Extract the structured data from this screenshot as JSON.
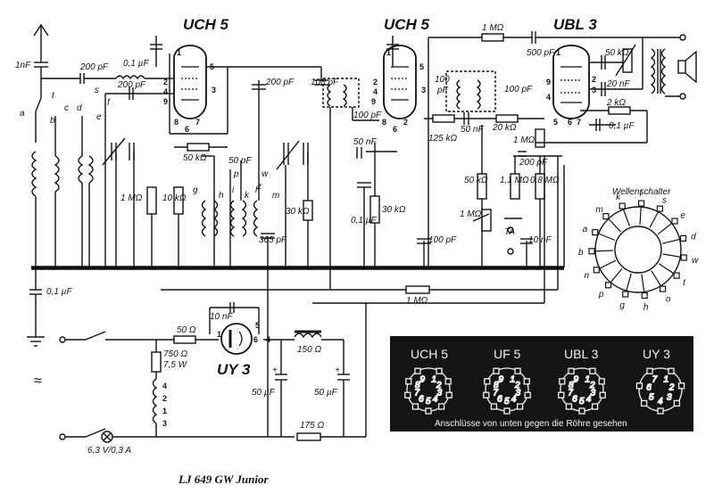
{
  "title": "LJ 649 GW Junior",
  "tubes": {
    "t1": "UCH 5",
    "t2": "UCH 5",
    "t3": "UBL 3",
    "rect": "UY 3"
  },
  "switch": {
    "title": "Wellenschalter",
    "letters": [
      "k",
      "l",
      "s",
      "e",
      "d",
      "w",
      "t",
      "o",
      "h",
      "g",
      "p",
      "n",
      "b",
      "a",
      "m"
    ]
  },
  "inset": {
    "tubes": [
      "UCH 5",
      "UF 5",
      "UBL 3",
      "UY 3"
    ],
    "note": "Anschlüsse von unten gegen die Röhre gesehen"
  },
  "labels": {
    "c_1nf": "1nF",
    "c_200pf_a": "200 pF",
    "c_01uf_a": "0,1 µF",
    "c_200pf_b": "200 pF",
    "c_200pf_c": "200 pF",
    "c_100pf_a": "100 pF",
    "r_1m_top": "1 MΩ",
    "c_500pf": "500 pF",
    "r_50k_vol": "50 kΩ",
    "c_20nf": "20 nF",
    "r_2k": "2 kΩ",
    "c_01uf_b": "0,1 µF",
    "r_50k_osc": "50 kΩ",
    "c_50pf": "50 pF",
    "c_100pf_b": "100 pF",
    "c_100pf_c": "100",
    "c_100pf_c2": "pF",
    "c_100pf_d": "100 pF",
    "r_125k": "125 kΩ",
    "c_50nf_a": "50 nF",
    "r_20k": "20 kΩ",
    "r_1m_mid": "1 MΩ",
    "c_200pf_d": "200 pF",
    "c_50nf_b": "50 nF",
    "r_1m_left": "1 MΩ",
    "r_10k": "10 kΩ",
    "r_30k_a": "30 kΩ",
    "c_01uf_c": "0,1 µF",
    "r_30k_b": "30 kΩ",
    "c_365pf": "365 pF",
    "r_50k_b": "50 kΩ",
    "r_11m": "1,1 MΩ",
    "r_08m": "0,8 MΩ",
    "r_1m_pot": "1 MΩ",
    "ta": "TA",
    "c_10nf_a": "10 nF",
    "c_100pf_e": "100 pF",
    "c_01uf_d": "0,1 µF",
    "r_1m_bot": "1 MΩ",
    "c_10nf_b": "10 nF",
    "r_50": "50 Ω",
    "r_750": "750 Ω",
    "r_750w": "7,5 W",
    "r_150": "150 Ω",
    "c_50uf_a": "50 µF",
    "c_50uf_b": "50 µF",
    "r_175": "175 Ω",
    "lamp": "6,3 V/0,3 A",
    "ac": "≈",
    "plus": "+",
    "tap_a": "a",
    "tap_b": "b",
    "tap_c": "c",
    "tap_d": "d",
    "tap_e": "e",
    "tap_f": "f",
    "tap_s": "s",
    "tap_t": "t",
    "tap_g": "g",
    "tap_h": "h",
    "tap_i": "i",
    "tap_k": "k",
    "tap_l": "l",
    "tap_m": "m",
    "tap_p": "p",
    "tap_w": "w",
    "tap_z": "z",
    "pins_4231": [
      "4",
      "2",
      "3",
      "1"
    ]
  }
}
